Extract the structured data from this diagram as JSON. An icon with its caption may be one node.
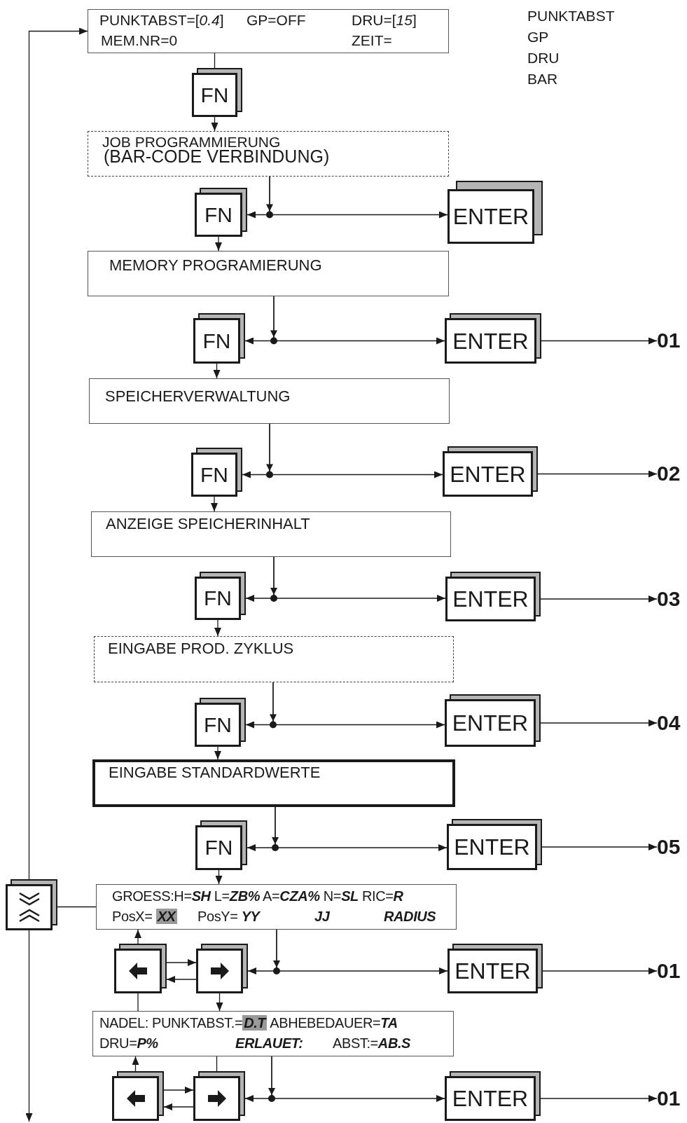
{
  "diagram": {
    "nodes": [
      {
        "text": [
          "PUNKTABST=[*0.4*]",
          "GP=OFF",
          "DRU=[*15*]",
          "MEM.NR=0",
          "ZEIT="
        ]
      },
      {
        "text": [
          "FN"
        ]
      },
      {
        "text": [
          "JOB PROGRAMMIERUNG",
          "(BAR-CODE VERBINDUNG)"
        ]
      },
      {
        "text": [
          "FN"
        ]
      },
      {
        "text": [
          "ENTER"
        ]
      },
      {
        "text": [
          "MEMORY PROGRAMIERUNG"
        ]
      },
      {
        "text": [
          "FN"
        ]
      },
      {
        "text": [
          "ENTER"
        ]
      },
      {
        "text": [
          "01"
        ]
      },
      {
        "text": [
          "SPEICHERVERWALTUNG"
        ]
      },
      {
        "text": [
          "FN"
        ]
      },
      {
        "text": [
          "ENTER"
        ]
      },
      {
        "text": [
          "02"
        ]
      },
      {
        "text": [
          "ANZEIGE SPEICHERINHALT"
        ]
      },
      {
        "text": [
          "FN"
        ]
      },
      {
        "text": [
          "ENTER"
        ]
      },
      {
        "text": [
          "03"
        ]
      },
      {
        "text": [
          "EINGABE PROD. ZYKLUS"
        ]
      },
      {
        "text": [
          "FN"
        ]
      },
      {
        "text": [
          "ENTER"
        ]
      },
      {
        "text": [
          "04"
        ]
      },
      {
        "text": [
          "EINGABE STANDARDWERTE"
        ]
      },
      {
        "text": [
          "FN"
        ]
      },
      {
        "text": [
          "ENTER"
        ]
      },
      {
        "text": [
          "05"
        ]
      },
      {
        "text": [],
        "shape": "box"
      },
      {
        "text": [
          "GROESS:H=**SH** L=**ZB%** A=**CZA%** N=**SL** RIC=**R**",
          "PosX= **XX**",
          "PosY= **YY**",
          "**JJ**",
          "**RADIUS**"
        ]
      },
      {
        "text": [],
        "shape": "box"
      },
      {
        "text": [],
        "shape": "box"
      },
      {
        "text": [
          "ENTER"
        ]
      },
      {
        "text": [
          "01"
        ]
      },
      {
        "text": [
          "NADEL: PUNKTABST.=**D.T** ABHEBEDAUER=**TA**",
          "DRU=**P%**",
          "ERLAUET:",
          "ABST:=**AB.S**"
        ]
      },
      {
        "text": [],
        "shape": "box"
      },
      {
        "text": [],
        "shape": "box"
      },
      {
        "text": [
          "ENTER"
        ]
      },
      {
        "text": [
          "01"
        ]
      }
    ],
    "edges": [
      {
        "from": 25,
        "to": 0,
        "arrow": "to"
      },
      {
        "from": 25,
        "to": null,
        "arrow": "to"
      },
      {
        "from": 25,
        "to": 26,
        "arrow": "none"
      },
      {
        "from": 0,
        "to": 1,
        "arrow": "none"
      },
      {
        "from": 1,
        "to": 2,
        "arrow": "to"
      },
      {
        "from": 2,
        "to": 3,
        "arrow": "to"
      },
      {
        "from": 2,
        "to": 4,
        "arrow": "to"
      },
      {
        "from": 3,
        "to": 5,
        "arrow": "to"
      },
      {
        "from": 5,
        "to": 6,
        "arrow": "to"
      },
      {
        "from": 5,
        "to": 7,
        "arrow": "to"
      },
      {
        "from": 7,
        "to": 8,
        "arrow": "to"
      },
      {
        "from": 6,
        "to": 9,
        "arrow": "to"
      },
      {
        "from": 9,
        "to": 10,
        "arrow": "to"
      },
      {
        "from": 9,
        "to": 11,
        "arrow": "to"
      },
      {
        "from": 11,
        "to": 12,
        "arrow": "to"
      },
      {
        "from": 10,
        "to": 13,
        "arrow": "to"
      },
      {
        "from": 13,
        "to": 14,
        "arrow": "to"
      },
      {
        "from": 13,
        "to": 15,
        "arrow": "to"
      },
      {
        "from": 15,
        "to": 16,
        "arrow": "to"
      },
      {
        "from": 14,
        "to": 17,
        "arrow": "to"
      },
      {
        "from": 17,
        "to": 18,
        "arrow": "to"
      },
      {
        "from": 17,
        "to": 19,
        "arrow": "to"
      },
      {
        "from": 19,
        "to": 20,
        "arrow": "to"
      },
      {
        "from": 18,
        "to": 21,
        "arrow": "to"
      },
      {
        "from": 21,
        "to": 22,
        "arrow": "to"
      },
      {
        "from": 21,
        "to": 23,
        "arrow": "to"
      },
      {
        "from": 23,
        "to": 24,
        "arrow": "to"
      },
      {
        "from": 22,
        "to": 26,
        "arrow": "to"
      },
      {
        "from": 27,
        "to": 26,
        "arrow": "to"
      },
      {
        "from": 27,
        "to": 28,
        "arrow": "to"
      },
      {
        "from": 28,
        "to": 27,
        "arrow": "to"
      },
      {
        "from": 26,
        "to": 28,
        "arrow": "to"
      },
      {
        "from": 26,
        "to": 29,
        "arrow": "to"
      },
      {
        "from": 29,
        "to": 30,
        "arrow": "to"
      },
      {
        "from": 27,
        "to": 31,
        "arrow": "none"
      },
      {
        "from": 28,
        "to": 31,
        "arrow": "to"
      },
      {
        "from": 32,
        "to": 31,
        "arrow": "to"
      },
      {
        "from": 33,
        "to": 31,
        "arrow": "none"
      },
      {
        "from": 32,
        "to": 33,
        "arrow": "to"
      },
      {
        "from": 33,
        "to": 32,
        "arrow": "to"
      },
      {
        "from": 31,
        "to": 33,
        "arrow": "to"
      },
      {
        "from": 31,
        "to": 34,
        "arrow": "to"
      },
      {
        "from": 34,
        "to": 35,
        "arrow": "to"
      }
    ],
    "labels": [
      "PUNKTABST",
      "GP",
      "DRU",
      "BAR"
    ]
  }
}
